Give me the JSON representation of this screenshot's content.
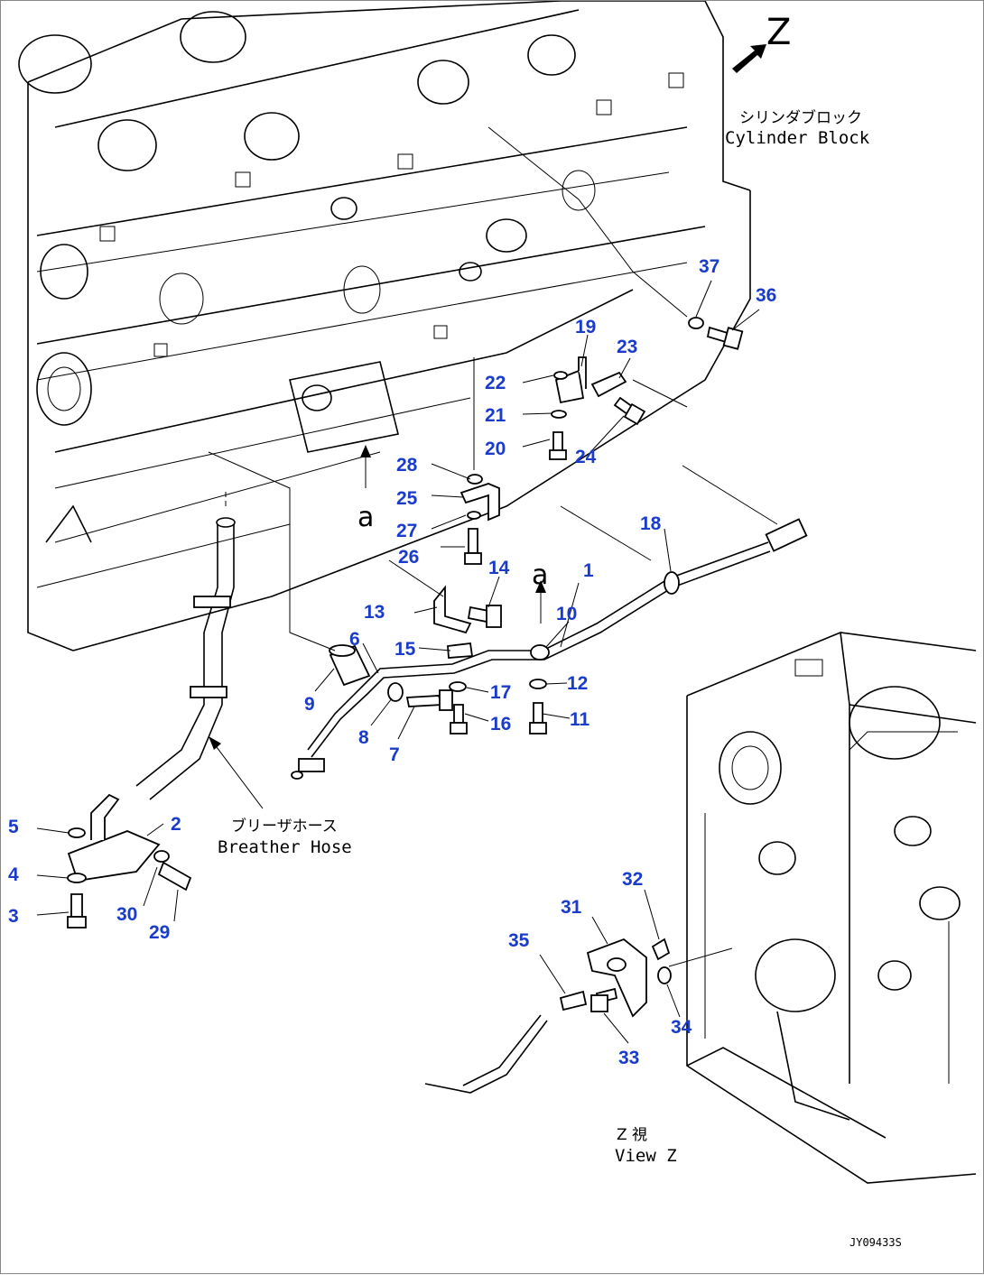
{
  "corner_mark": "Z",
  "cylinder_block": {
    "jp": "シリンダブロック",
    "en": "Cylinder Block"
  },
  "breather_hose": {
    "jp": "ブリーザホース",
    "en": "Breather Hose"
  },
  "view_z": {
    "jp": "Z 視",
    "en": "View Z"
  },
  "ref_mark": "a",
  "drawing_code": "JY09433S",
  "callouts": [
    "1",
    "2",
    "3",
    "4",
    "5",
    "6",
    "7",
    "8",
    "9",
    "10",
    "11",
    "12",
    "13",
    "14",
    "15",
    "16",
    "17",
    "18",
    "19",
    "20",
    "21",
    "22",
    "23",
    "24",
    "25",
    "26",
    "27",
    "28",
    "29",
    "30",
    "31",
    "32",
    "33",
    "34",
    "35",
    "36",
    "37"
  ],
  "colors": {
    "callout": "#1a3cc8",
    "line": "#000000"
  }
}
